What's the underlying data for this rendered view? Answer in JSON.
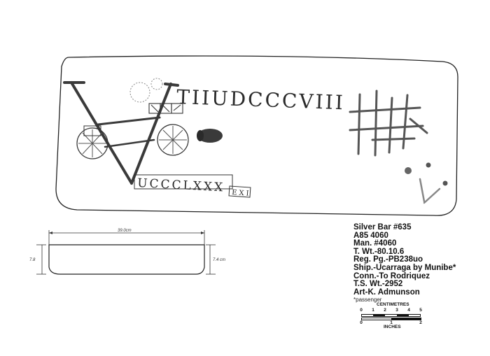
{
  "bar_drawing": {
    "stamp_top": "TIIUDCCCVIII",
    "stamp_bottom": "UCCCLXXX",
    "stamp_small": "EXI"
  },
  "profile_drawing": {
    "length_label": "39.0cm",
    "left_height_label": "7.8",
    "right_height_label": "7.4 cm"
  },
  "catalog": {
    "lines": [
      "Silver Bar #635",
      "A85  4060",
      "Man.  #4060",
      "T.  Wt.-80.10.6",
      "Reg.  Pg.-PB238uo",
      "Ship.-Ucarraga by Munibe*",
      "Conn.-To Rodriquez",
      "T.S.  Wt.-2952",
      "Art-K.  Admunson"
    ],
    "footnote": "*passenger"
  },
  "scale_bar": {
    "top_label": "CENTIMETRES",
    "bottom_label": "INCHES",
    "cm_ticks": [
      "0",
      "1",
      "2",
      "3",
      "4",
      "5"
    ],
    "inch_ticks": [
      "0",
      "1",
      "2"
    ]
  }
}
